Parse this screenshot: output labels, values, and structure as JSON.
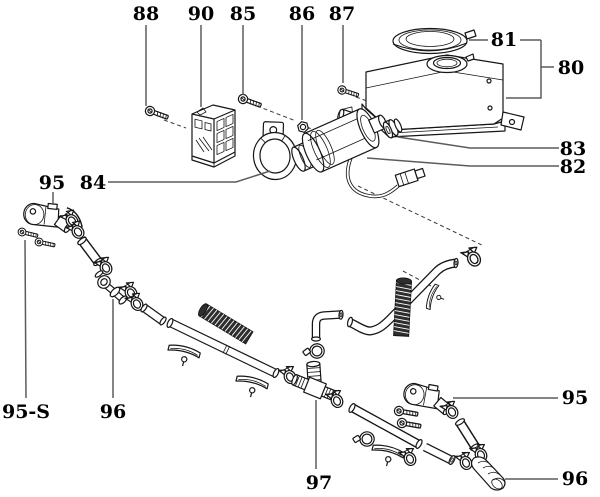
{
  "page": {
    "background": "#ffffff"
  },
  "figure": {
    "kind": "exploded-parts-diagram",
    "callouts": {
      "c88": "88",
      "c90": "90",
      "c85": "85",
      "c86": "86",
      "c87": "87",
      "c81": "81",
      "c80": "80",
      "c83": "83",
      "c82": "82",
      "c84": "84",
      "c95_left": "95",
      "c95_s": "95-S",
      "c96_left": "96",
      "c97": "97",
      "c95_right": "95",
      "c96_right": "96"
    },
    "colors": {
      "ink": "#161616",
      "leader": "#5c5c5c",
      "dash": "#3a3a3a",
      "rib_fill": "#2e2e2e",
      "background": "#ffffff"
    }
  }
}
